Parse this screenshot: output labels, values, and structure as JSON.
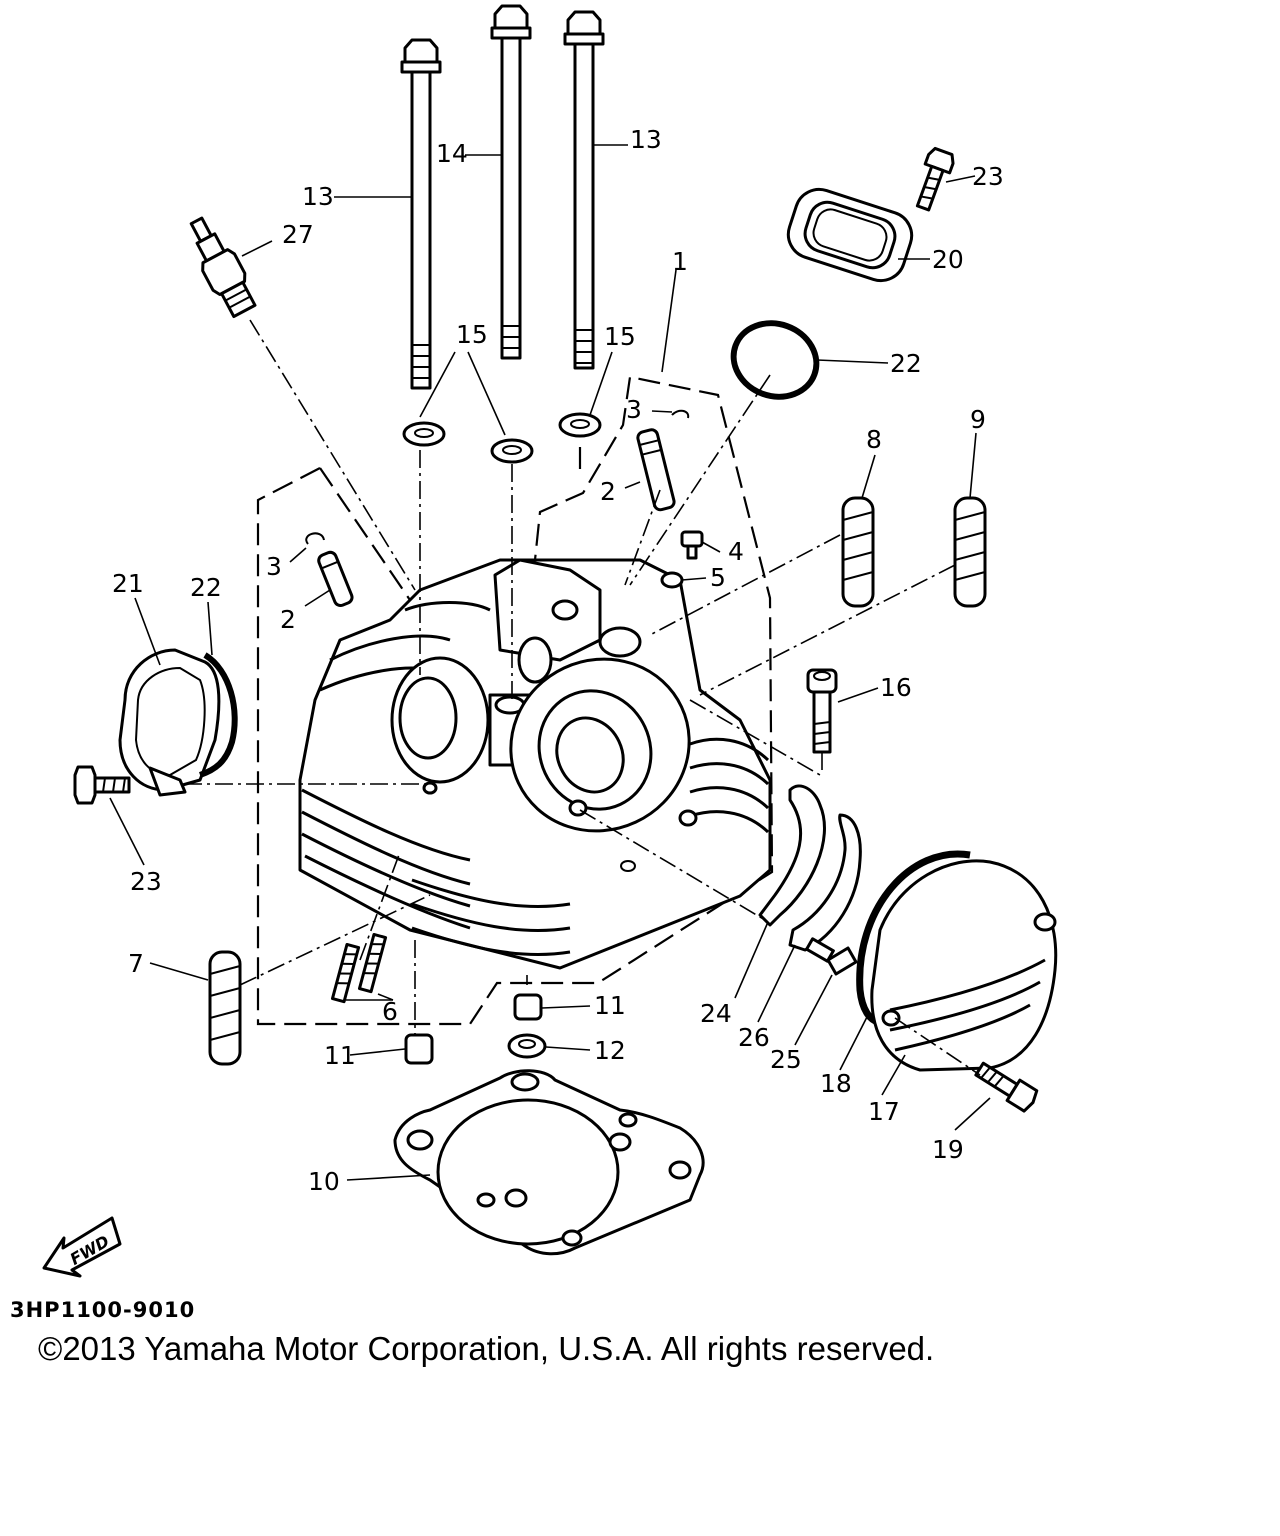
{
  "callouts": {
    "c1": "1",
    "c2a": "2",
    "c2b": "2",
    "c3a": "3",
    "c3b": "3",
    "c4": "4",
    "c5": "5",
    "c6": "6",
    "c7": "7",
    "c8": "8",
    "c9": "9",
    "c10": "10",
    "c11a": "11",
    "c11b": "11",
    "c12": "12",
    "c13a": "13",
    "c13b": "13",
    "c14": "14",
    "c15a": "15",
    "c15b": "15",
    "c16": "16",
    "c17": "17",
    "c18": "18",
    "c19": "19",
    "c20": "20",
    "c21": "21",
    "c22a": "22",
    "c22b": "22",
    "c23a": "23",
    "c23b": "23",
    "c24": "24",
    "c25": "25",
    "c26": "26",
    "c27": "27"
  },
  "fwd_label": "FWD",
  "doc_code": "3HP1100-9010",
  "copyright": "©2013 Yamaha Motor Corporation, U.S.A. All rights reserved."
}
